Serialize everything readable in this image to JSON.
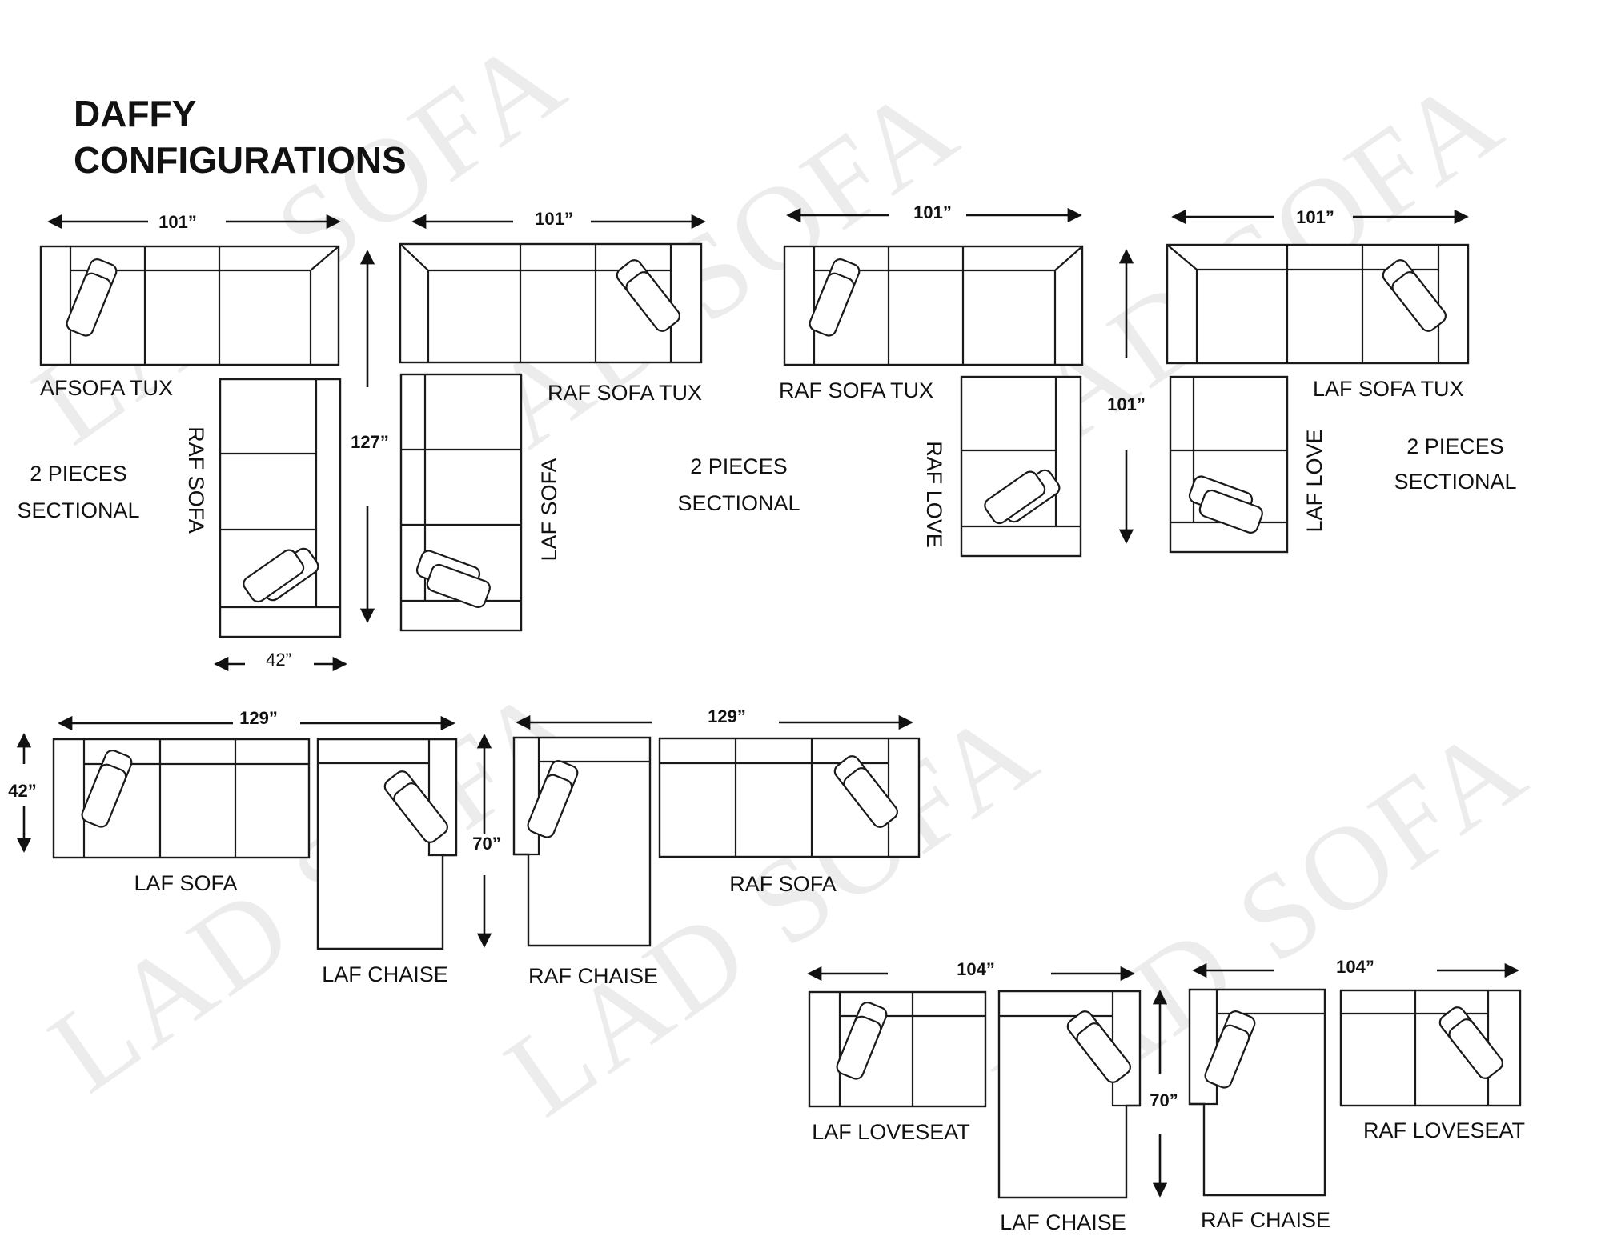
{
  "title": {
    "line1": "DAFFY",
    "line2": "CONFIGURATIONS"
  },
  "watermark": "LAD SOFA",
  "group1": {
    "width_label": "101”",
    "height_label": "127”",
    "depth_label": "42”",
    "left_piece_label": "AFSOFA TUX",
    "bottom_piece_label": "RAF SOFA",
    "caption_line1": "2 PIECES",
    "caption_line2": "SECTIONAL"
  },
  "group2": {
    "width_label": "101”",
    "top_piece_label": "RAF SOFA TUX",
    "bottom_piece_label": "LAF SOFA",
    "caption_line1": "2 PIECES",
    "caption_line2": "SECTIONAL"
  },
  "group3": {
    "width_label": "101”",
    "height_label": "101”",
    "top_piece_label": "RAF SOFA TUX",
    "bottom_piece_label": "RAF LOVE"
  },
  "group4": {
    "width_label": "101”",
    "top_piece_label": "LAF SOFA TUX",
    "bottom_piece_label": "LAF LOVE",
    "caption_line1": "2 PIECES",
    "caption_line2": "SECTIONAL"
  },
  "group5": {
    "width_label": "129”",
    "depth_label": "42”",
    "sofa_label": "LAF SOFA",
    "chaise_label": "LAF CHAISE"
  },
  "group6": {
    "width_label": "129”",
    "height_label": "70”",
    "chaise_label": "RAF CHAISE",
    "sofa_label": "RAF SOFA"
  },
  "group7": {
    "width_label": "104”",
    "height_label": "70”",
    "loveseat_label": "LAF LOVESEAT",
    "chaise_label": "LAF CHAISE"
  },
  "group8": {
    "width_label": "104”",
    "chaise_label": "RAF CHAISE",
    "loveseat_label": "RAF LOVESEAT"
  }
}
